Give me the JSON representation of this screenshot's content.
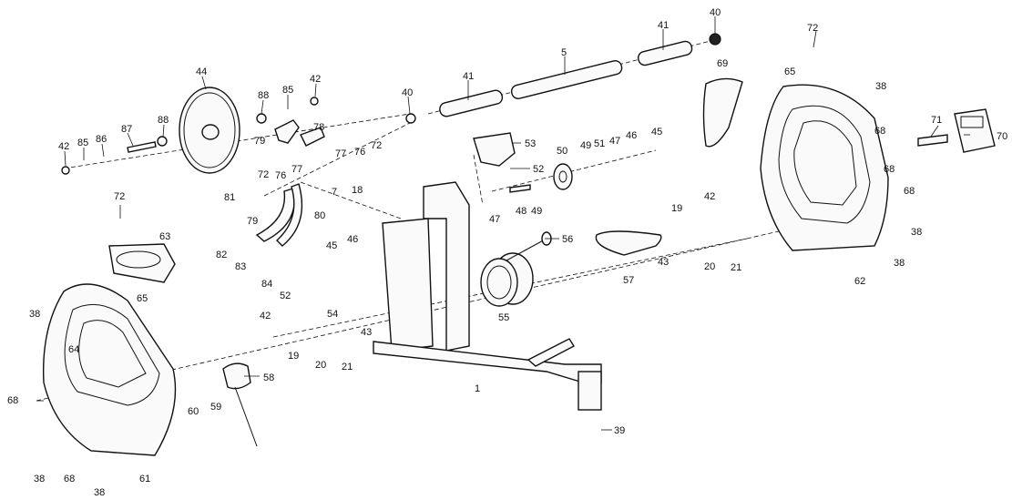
{
  "labels": [
    {
      "t": "40"
    },
    {
      "t": "41"
    },
    {
      "t": "5"
    },
    {
      "t": "41"
    },
    {
      "t": "40"
    },
    {
      "t": "44"
    },
    {
      "t": "88"
    },
    {
      "t": "85"
    },
    {
      "t": "42"
    },
    {
      "t": "42"
    },
    {
      "t": "85"
    },
    {
      "t": "86"
    },
    {
      "t": "87"
    },
    {
      "t": "88"
    },
    {
      "t": "78"
    },
    {
      "t": "79"
    },
    {
      "t": "77"
    },
    {
      "t": "76"
    },
    {
      "t": "72"
    },
    {
      "t": "72"
    },
    {
      "t": "76"
    },
    {
      "t": "77"
    },
    {
      "t": "81"
    },
    {
      "t": "7"
    },
    {
      "t": "18"
    },
    {
      "t": "79"
    },
    {
      "t": "80"
    },
    {
      "t": "72"
    },
    {
      "t": "63"
    },
    {
      "t": "82"
    },
    {
      "t": "83"
    },
    {
      "t": "84"
    },
    {
      "t": "45"
    },
    {
      "t": "46"
    },
    {
      "t": "52"
    },
    {
      "t": "54"
    },
    {
      "t": "65"
    },
    {
      "t": "38"
    },
    {
      "t": "64"
    },
    {
      "t": "42"
    },
    {
      "t": "19"
    },
    {
      "t": "20"
    },
    {
      "t": "21"
    },
    {
      "t": "43"
    },
    {
      "t": "58"
    },
    {
      "t": "68"
    },
    {
      "t": "60"
    },
    {
      "t": "59"
    },
    {
      "t": "38"
    },
    {
      "t": "68"
    },
    {
      "t": "61"
    },
    {
      "t": "38"
    },
    {
      "t": "53"
    },
    {
      "t": "52"
    },
    {
      "t": "50"
    },
    {
      "t": "49"
    },
    {
      "t": "51"
    },
    {
      "t": "47"
    },
    {
      "t": "46"
    },
    {
      "t": "45"
    },
    {
      "t": "47"
    },
    {
      "t": "48"
    },
    {
      "t": "49"
    },
    {
      "t": "56"
    },
    {
      "t": "55"
    },
    {
      "t": "1"
    },
    {
      "t": "39"
    },
    {
      "t": "69"
    },
    {
      "t": "57"
    },
    {
      "t": "43"
    },
    {
      "t": "19"
    },
    {
      "t": "42"
    },
    {
      "t": "20"
    },
    {
      "t": "21"
    },
    {
      "t": "72"
    },
    {
      "t": "65"
    },
    {
      "t": "38"
    },
    {
      "t": "68"
    },
    {
      "t": "68"
    },
    {
      "t": "71"
    },
    {
      "t": "70"
    },
    {
      "t": "68"
    },
    {
      "t": "38"
    },
    {
      "t": "38"
    },
    {
      "t": "62"
    }
  ]
}
